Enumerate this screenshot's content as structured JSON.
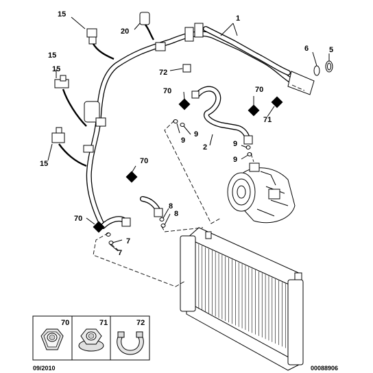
{
  "diagram": {
    "callouts": {
      "c1": "1",
      "c2": "2",
      "c5": "5",
      "c6": "6",
      "c7a": "7",
      "c7b": "7",
      "c8a": "8",
      "c8b": "8",
      "c9a": "9",
      "c9b": "9",
      "c9c": "9",
      "c9d": "9",
      "c15a": "15",
      "c15b": "15",
      "c15c": "15",
      "c15d": "15",
      "c20": "20",
      "c70a": "70",
      "c70b": "70",
      "c70c": "70",
      "c70d": "70",
      "c71": "71",
      "c72": "72"
    },
    "legend": {
      "items": [
        {
          "label": "70",
          "icon": "hex-nut-icon"
        },
        {
          "label": "71",
          "icon": "flanged-nut-icon"
        },
        {
          "label": "72",
          "icon": "hose-clip-icon"
        }
      ]
    },
    "footer": {
      "date": "09/2010",
      "reference": "00088906"
    },
    "colors": {
      "line": "#000000",
      "background": "#ffffff"
    }
  }
}
